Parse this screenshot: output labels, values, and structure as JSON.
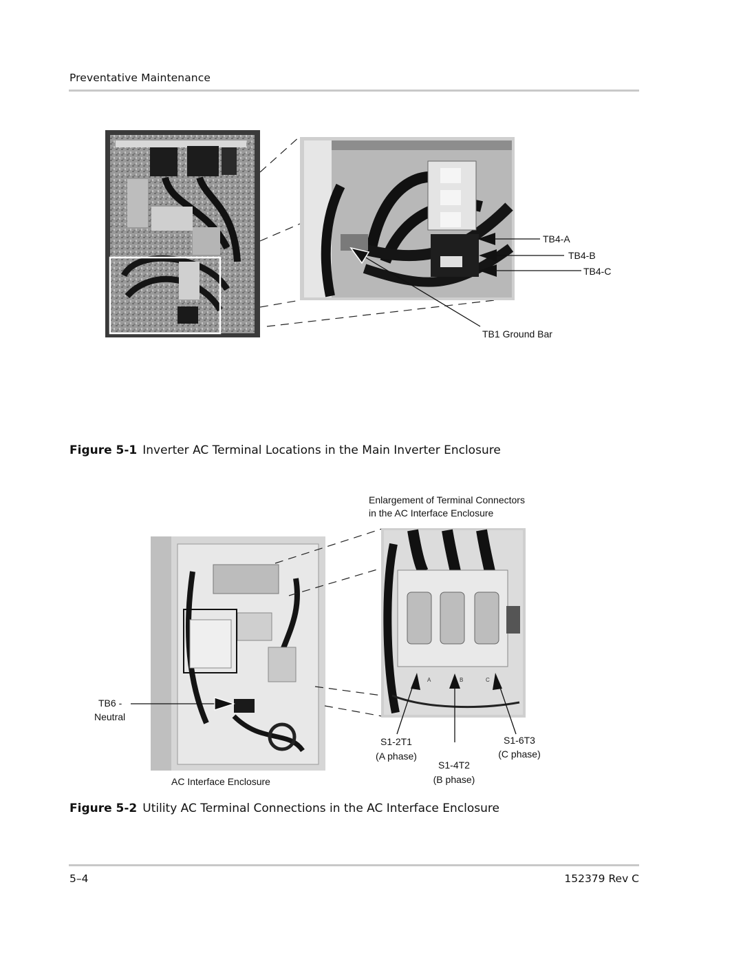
{
  "header": {
    "section_title": "Preventative Maintenance"
  },
  "figure1": {
    "number": "Figure 5-1",
    "title": "Inverter AC Terminal Locations in the Main Inverter Enclosure",
    "labels": {
      "tb4a": "TB4-A",
      "tb4b": "TB4-B",
      "tb4c": "TB4-C",
      "tb1": "TB1 Ground Bar"
    }
  },
  "figure2": {
    "number": "Figure 5-2",
    "title": "Utility AC Terminal Connections in the AC Interface Enclosure",
    "labels": {
      "enlarge_line1": "Enlargement of Terminal Connectors",
      "enlarge_line2": "in the AC Interface Enclosure",
      "tb6_line1": "TB6 -",
      "tb6_line2": "Neutral",
      "enclosure": "AC Interface Enclosure",
      "s1_2t1": "S1-2T1",
      "a_phase": "(A phase)",
      "s1_4t2": "S1-4T2",
      "b_phase": "(B phase)",
      "s1_6t3": "S1-6T3",
      "c_phase": "(C phase)"
    },
    "fuse_letters": [
      "A",
      "B",
      "C"
    ]
  },
  "footer": {
    "page_number": "5–4",
    "doc_rev": "152379 Rev C"
  }
}
